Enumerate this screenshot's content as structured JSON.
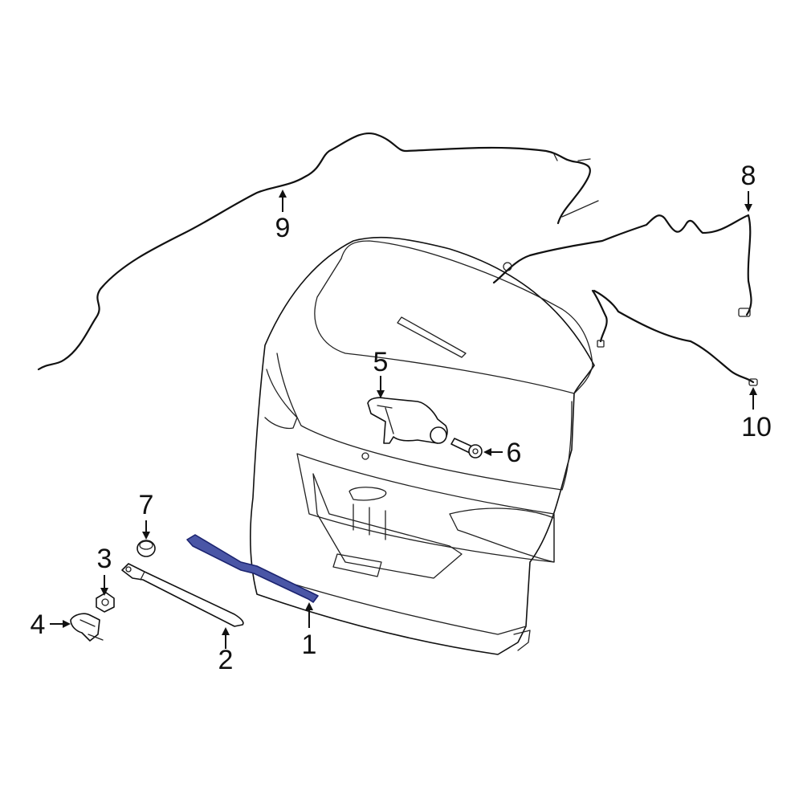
{
  "colors": {
    "line": "#111111",
    "highlight_fill": "#4a56a6",
    "highlight_stroke": "#1c2470",
    "background": "#ffffff"
  },
  "callouts": {
    "c1": "1",
    "c2": "2",
    "c3": "3",
    "c4": "4",
    "c5": "5",
    "c6": "6",
    "c7": "7",
    "c8": "8",
    "c9": "9",
    "c10": "10"
  },
  "highlighted_part": "1"
}
